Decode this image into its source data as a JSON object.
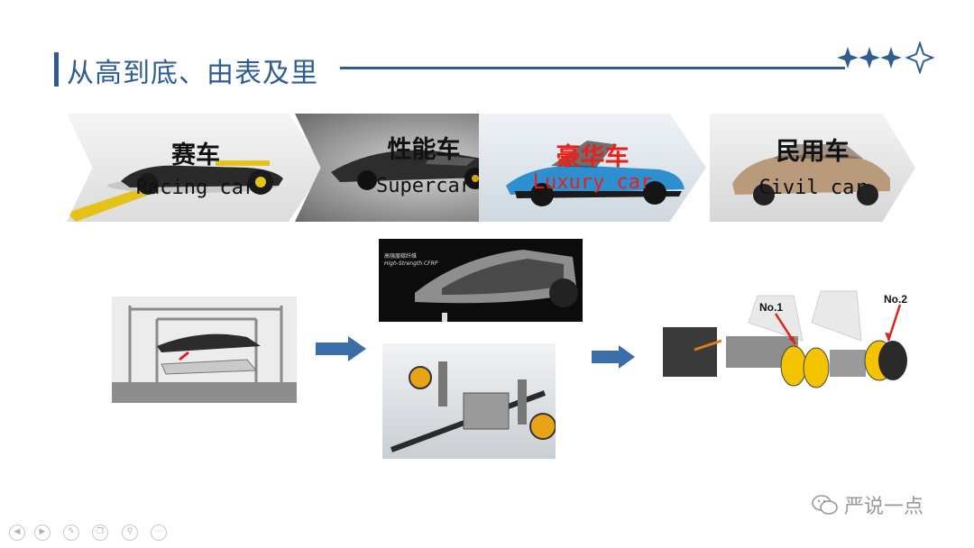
{
  "title": "从高到底、由表及里",
  "chevrons": [
    {
      "cn": "赛车",
      "en": "Racing car",
      "text_color": "#111111"
    },
    {
      "cn": "性能车",
      "en": "Supercar",
      "text_color": "#111111"
    },
    {
      "cn": "豪华车",
      "en": "Luxury car",
      "text_color": "#e8201a"
    },
    {
      "cn": "民用车",
      "en": "Civil car",
      "text_color": "#111111"
    }
  ],
  "presentation_photo": {
    "cn_caption": "高强度碳纤维",
    "en_caption": "High-Strength CFRP"
  },
  "callouts": {
    "no1": "No.1",
    "no2": "No.2"
  },
  "watermark": "严说一点",
  "colors": {
    "accent": "#2e5d93",
    "arrow": "#3b6ea8",
    "callout_arrow": "#d9261c",
    "luxury_text": "#e8201a"
  },
  "icons": [
    "previous-icon",
    "next-icon",
    "pen-icon",
    "copy-icon",
    "zoom-icon",
    "more-icon",
    "wechat-icon"
  ]
}
